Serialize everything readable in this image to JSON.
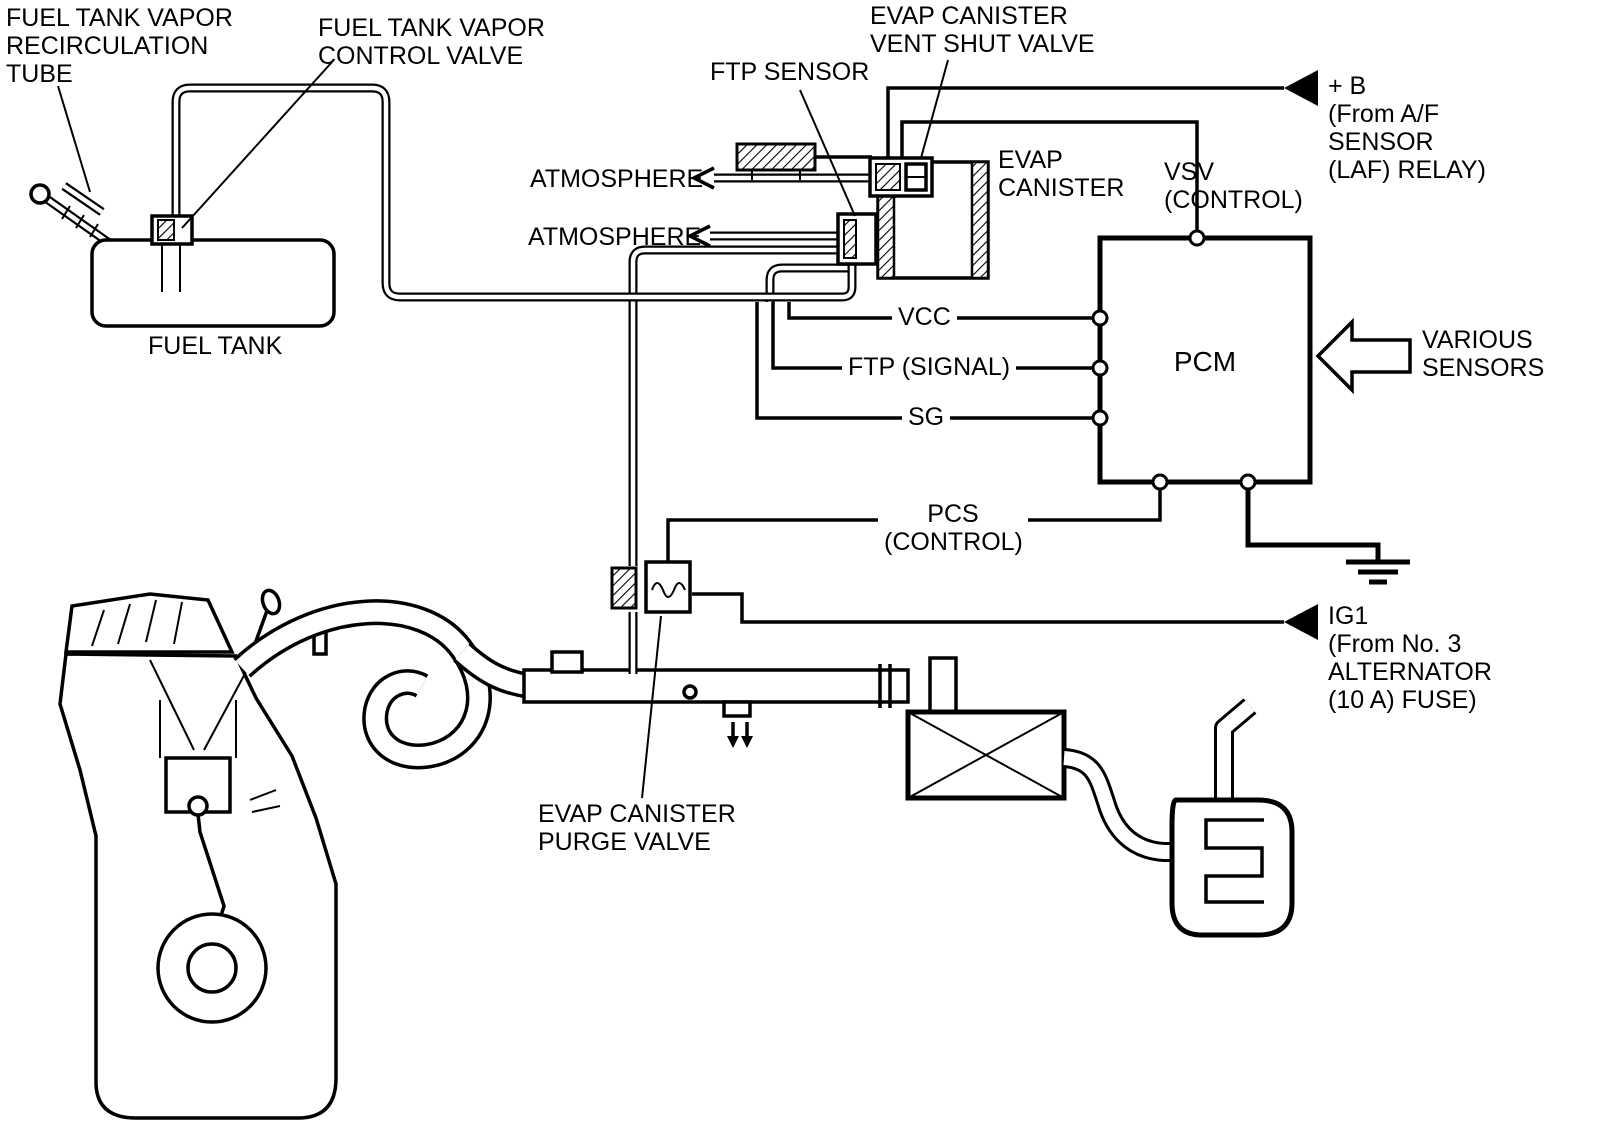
{
  "diagram": {
    "kind": "evap-system-vacuum-hose-and-wiring-diagram",
    "colors": {
      "ink": "#000000",
      "background": "#ffffff"
    },
    "labels": {
      "recirc_tube": "FUEL TANK VAPOR\nRECIRCULATION\nTUBE",
      "control_valve": "FUEL TANK VAPOR\nCONTROL VALVE",
      "ftp_sensor": "FTP SENSOR",
      "vent_shut_valve": "EVAP CANISTER\nVENT SHUT VALVE",
      "plus_b": "+ B\n(From A/F\nSENSOR\n(LAF) RELAY)",
      "atmosphere_1": "ATMOSPHERE",
      "atmosphere_2": "ATMOSPHERE",
      "evap_canister": "EVAP\nCANISTER",
      "vsv": "VSV\n(CONTROL)",
      "pcm": "PCM",
      "various_sensors": "VARIOUS\nSENSORS",
      "vcc": "VCC",
      "ftp_signal": "FTP (SIGNAL)",
      "sg": "SG",
      "pcs": "PCS\n(CONTROL)",
      "fuel_tank": "FUEL TANK",
      "ig1": "IG1\n(From No. 3\nALTERNATOR\n(10 A) FUSE)",
      "purge_valve": "EVAP CANISTER\nPURGE VALVE"
    }
  }
}
